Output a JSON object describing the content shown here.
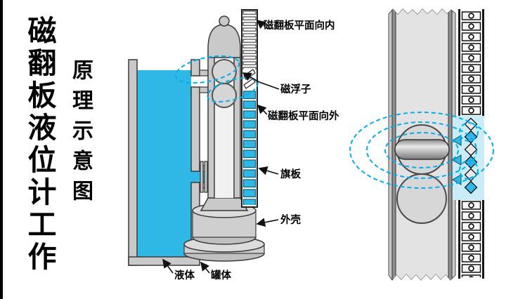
{
  "title": {
    "main": "磁翻板液位计工作",
    "sub": "原理示意图"
  },
  "labels": {
    "flap_inward": "磁翻板平面向内",
    "float_label": "磁浮子",
    "flap_outward": "磁翻板平面向外",
    "flag_plate": "旗板",
    "shell": "外壳",
    "liquid": "液体",
    "tank": "罐体"
  },
  "colors": {
    "liquid_blue": "#2FB8E6",
    "field_line_cyan": "#00AEEF",
    "metal_gray": "#C9C9C9",
    "outline": "#3A3A3A"
  }
}
